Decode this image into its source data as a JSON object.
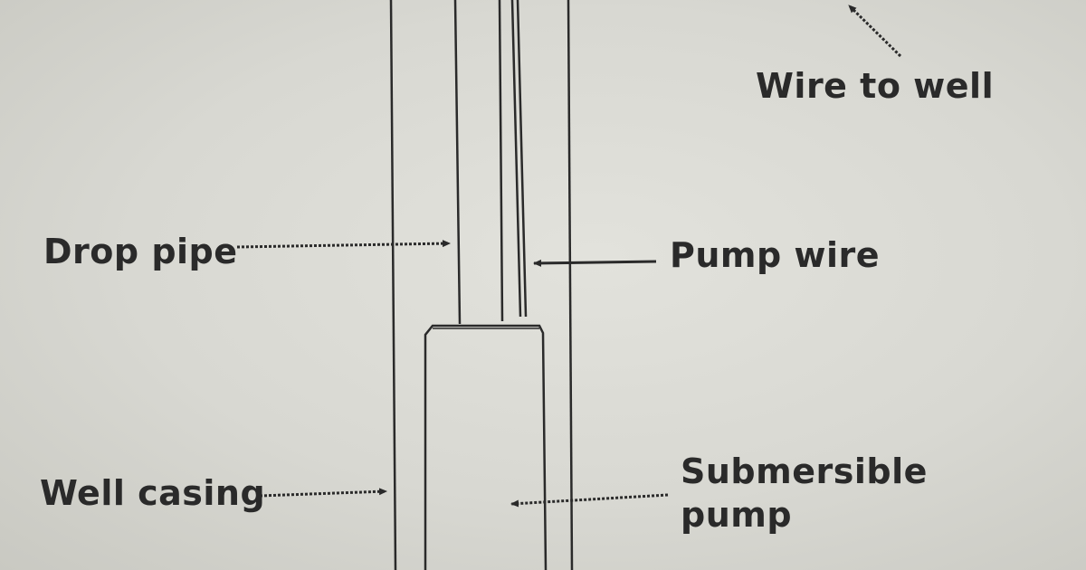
{
  "labels": {
    "wire_to_well": "Wire to well",
    "drop_pipe": "Drop pipe",
    "pump_wire": "Pump wire",
    "well_casing": "Well casing",
    "submersible_pump_line1": "Submersible",
    "submersible_pump_line2": "pump"
  },
  "colors": {
    "ink": "#2a2a2a",
    "paper": "#dcdcd6"
  }
}
